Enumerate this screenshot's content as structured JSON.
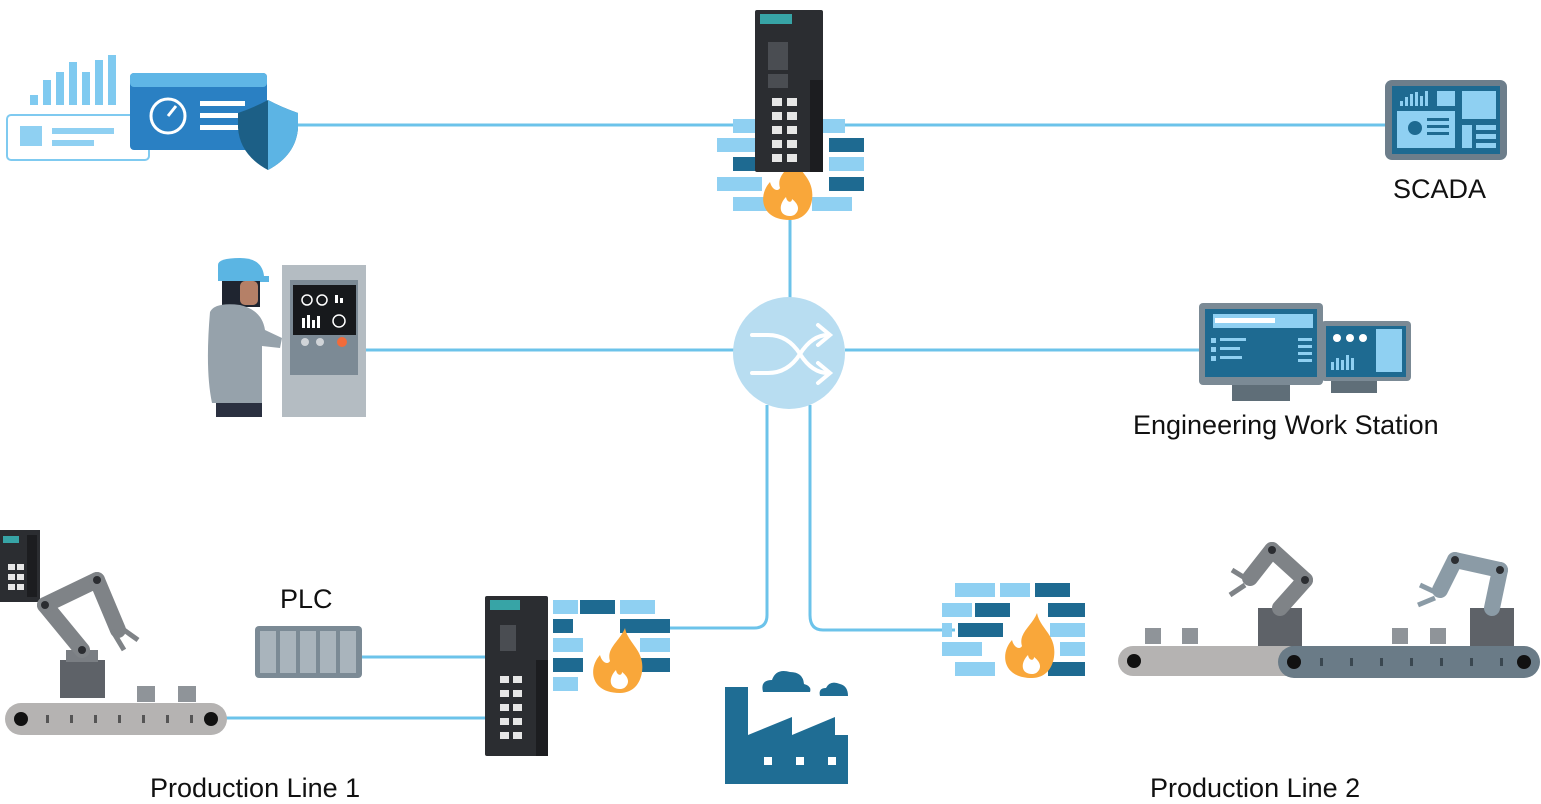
{
  "labels": {
    "scada": "SCADA",
    "ews": "Engineering Work Station",
    "plc": "PLC",
    "line1": "Production Line 1",
    "line2": "Production Line 2"
  },
  "icons": {
    "security_console": "security-dashboard-shield-icon",
    "firewall": "firewall-icon",
    "switch": "network-switch-icon",
    "router": "industrial-router-icon",
    "hmi": "operator-hmi-icon",
    "factory": "factory-icon",
    "robot": "robot-arm-conveyor-icon"
  },
  "colors": {
    "link": "#6cc3ea",
    "brick_light": "#8fd0f2",
    "brick_dark": "#1e6a91",
    "fire": "#f9a73a",
    "device": "#2b2d31",
    "factory": "#1f6d94"
  }
}
